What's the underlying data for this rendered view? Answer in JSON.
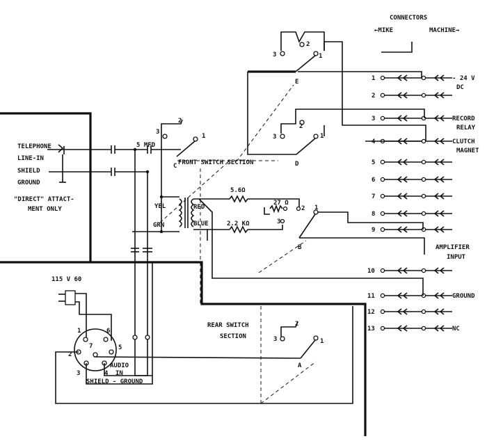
{
  "header": {
    "connectors": "CONNECTORS",
    "mike": "←MIKE",
    "machine": "MACHINE→"
  },
  "labels": {
    "telephone_1": "TELEPHONE",
    "telephone_2": "LINE-IN",
    "shield_1": "SHIELD",
    "shield_2": "GROUND",
    "direct_1": "\"DIRECT\" ATTACT-",
    "direct_2": "MENT ONLY",
    "mfd": "5 MFD",
    "front_switch": "FRONT  SWITCH SECTION",
    "rear_switch_1": "REAR SWITCH",
    "rear_switch_2": "SECTION",
    "yel": "YEL",
    "grn": "GRN",
    "red": "RED",
    "blue": "BLUE",
    "r1": "5.6Ω",
    "r2": "2.2 KΩ",
    "pot": "27 Ω",
    "power": "115 V 60",
    "audio_1": "AUDIO",
    "audio_2": "IN",
    "shield_ground": "SHIELD - GROUND"
  },
  "switches": {
    "E": "E",
    "D": "D",
    "C": "C",
    "B": "B",
    "A": "A",
    "p1": "1",
    "p2": "2",
    "p3": "3"
  },
  "connector_rows": [
    {
      "num": "1",
      "label_1": "- 24 V",
      "label_2": "DC"
    },
    {
      "num": "2",
      "label_1": "",
      "label_2": ""
    },
    {
      "num": "3",
      "label_1": "RECORD",
      "label_2": "RELAY"
    },
    {
      "num": "4",
      "label_1": "CLUTCH",
      "label_2": "MAGNET"
    },
    {
      "num": "5",
      "label_1": "",
      "label_2": ""
    },
    {
      "num": "6",
      "label_1": "",
      "label_2": ""
    },
    {
      "num": "7",
      "label_1": "",
      "label_2": ""
    },
    {
      "num": "8",
      "label_1": "",
      "label_2": ""
    },
    {
      "num": "9",
      "label_1": "",
      "label_2": ""
    },
    {
      "num": "10",
      "label_1": "",
      "label_2": ""
    },
    {
      "num": "11",
      "label_1": "GROUND",
      "label_2": ""
    },
    {
      "num": "12",
      "label_1": "",
      "label_2": ""
    },
    {
      "num": "13",
      "label_1": "NC",
      "label_2": ""
    }
  ],
  "amplifier": {
    "label_1": "AMPLIFIER",
    "label_2": "INPUT"
  },
  "socket_pins": {
    "p1": "1",
    "p2": "2",
    "p3": "3",
    "p4": "4",
    "p5": "5",
    "p6": "6",
    "p7": "7"
  }
}
